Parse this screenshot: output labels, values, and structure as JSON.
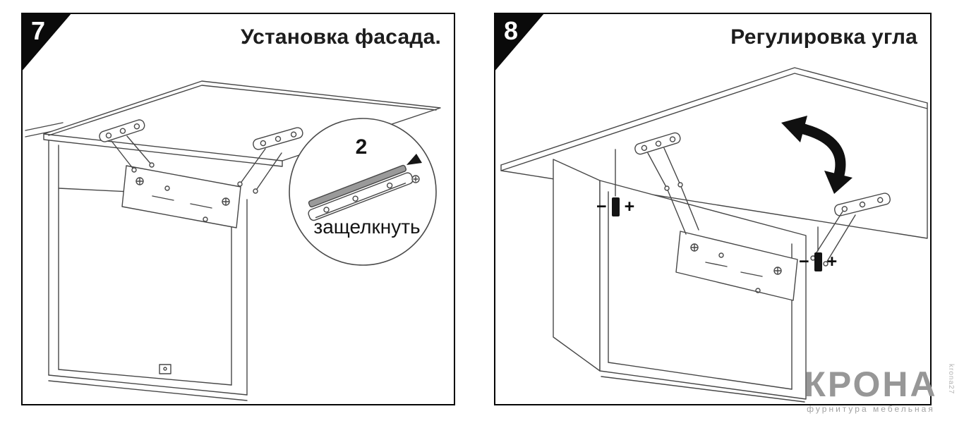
{
  "panel7": {
    "number": "7",
    "title": "Установка фасада.",
    "callout": {
      "step": "2",
      "label": "защелкнуть"
    }
  },
  "panel8": {
    "number": "8",
    "title": "Регулировка угла",
    "adjusters": [
      {
        "minus": "−",
        "plus": "+"
      },
      {
        "minus": "−",
        "plus": "+"
      }
    ]
  },
  "watermark": {
    "brand": "КРОНА",
    "subtitle": "фурнитура мебельная",
    "vertical": "krona27"
  },
  "colors": {
    "line": "#474747",
    "accent_black": "#101010",
    "watermark_gray": "#979797"
  }
}
